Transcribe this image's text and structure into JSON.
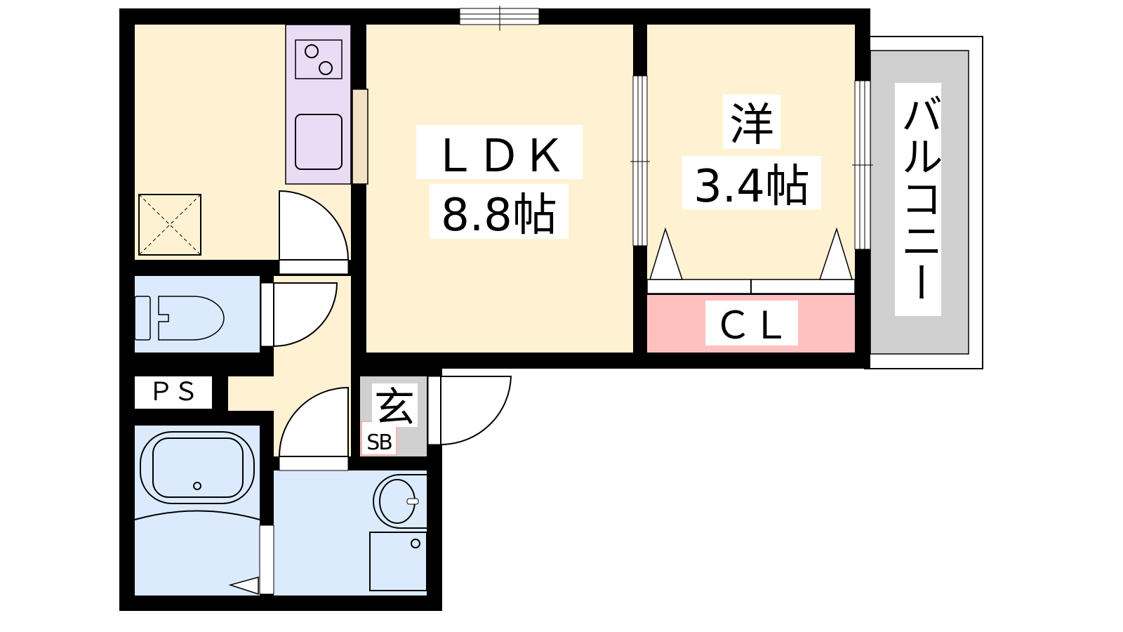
{
  "rooms": {
    "ldk": {
      "name": "ＬＤＫ",
      "size": "8.8帖"
    },
    "western": {
      "name": "洋",
      "size": "3.4帖"
    },
    "closet": {
      "name": "ＣＬ"
    },
    "balcony": {
      "name": "バルコニー"
    },
    "pipe_space": {
      "name": "ＰＳ"
    },
    "entrance": {
      "name": "玄"
    },
    "shoe_box": {
      "name": "SB"
    }
  },
  "colors": {
    "wall": "#000000",
    "living": "#fff2d3",
    "wet": "#dbebfd",
    "kitchen": "#eadcf5",
    "closet": "#ffc0c0",
    "balcony": "#d0d0d0",
    "entrance": "#d0d0d0"
  }
}
